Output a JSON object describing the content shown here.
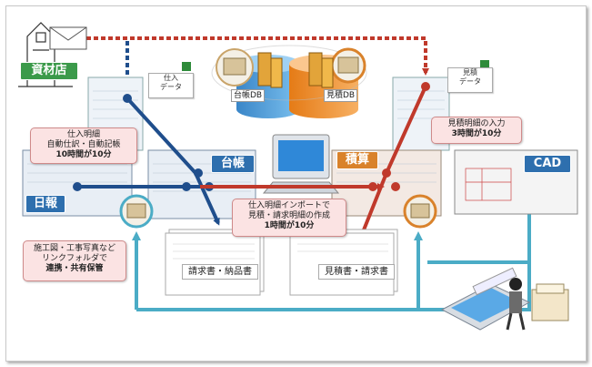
{
  "store": {
    "label": "資材店"
  },
  "shiire_data": {
    "line1": "仕入",
    "line2": "データ"
  },
  "mitsumori_data": {
    "line1": "見積",
    "line2": "データ"
  },
  "databases": {
    "daicho_db": "台帳DB",
    "mitsumori_db": "見積DB"
  },
  "modules": {
    "nippo": "日報",
    "daicho": "台帳",
    "sekisan": "積算",
    "cad": "CAD"
  },
  "callouts": {
    "shiire": {
      "line1": "仕入明細",
      "line2": "自動仕訳・自動記帳",
      "line3": "10時間が10分"
    },
    "mitsumori": {
      "line1": "見積明細の入力",
      "line2": "3時間が10分"
    },
    "import": {
      "line1": "仕入明細インポートで",
      "line2": "見積・請求明細の作成",
      "line3": "1時間が10分"
    },
    "link": {
      "line1": "施工図・工事写真など",
      "line2": "リンクフォルダで",
      "line3": "連携・共有保管"
    }
  },
  "documents": {
    "seikyu_nohin": "請求書・納品書",
    "mitsumori_seikyu": "見積書・請求書"
  },
  "colors": {
    "blue_flow": "#1f4e8c",
    "red_flow": "#c0392b",
    "teal_flow": "#4bacc6",
    "badge_blue": "#2e6fae",
    "badge_orange": "#d9822b",
    "db_blue": "#4f9fd8",
    "db_orange": "#f28c28"
  },
  "icons": [
    "building-icon",
    "envelope-icon",
    "excel-icon",
    "database-icon",
    "computer-icon",
    "folder-icon",
    "scanner-icon",
    "worker-icon"
  ]
}
